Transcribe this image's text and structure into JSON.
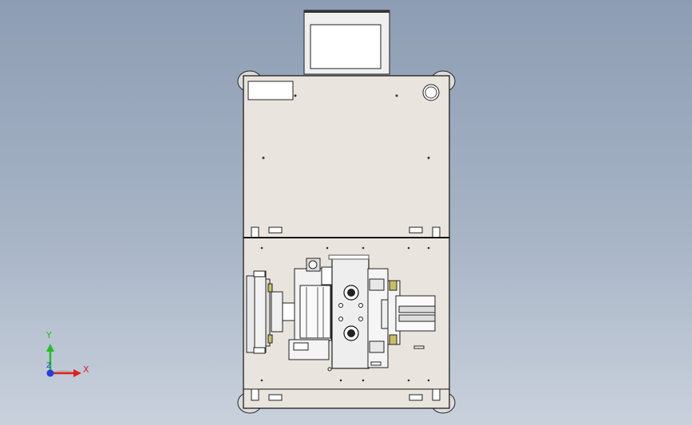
{
  "viewport": {
    "background_top": "#8d9db3",
    "background_bottom": "#c9d1dc"
  },
  "model": {
    "body_color": "#e9e4dd",
    "line_color": "#1a1a1a",
    "feature_color": "#d8d2c8"
  },
  "triad": {
    "x_label": "X",
    "y_label": "Y",
    "z_label": "Z",
    "x_color": "#e02020",
    "y_color": "#20c020",
    "z_color": "#2040e0"
  }
}
